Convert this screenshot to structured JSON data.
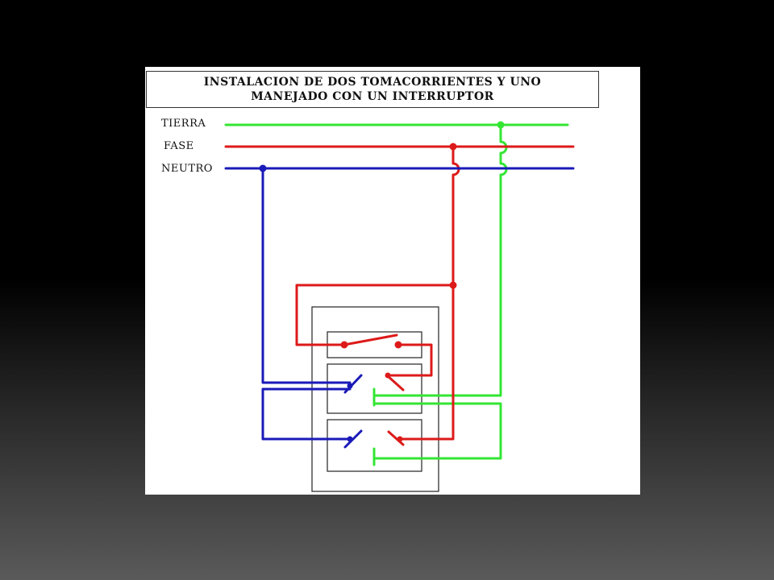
{
  "diagram": {
    "title_line1": "INSTALACION DE DOS TOMACORRIENTES Y UNO",
    "title_line2": "MANEJADO CON UN INTERRUPTOR",
    "labels": {
      "tierra": "TIERRA",
      "fase": "FASE",
      "neutro": "NEUTRO"
    },
    "colors": {
      "tierra": "#33e633",
      "fase": "#dd1a1a",
      "neutro": "#1a1ab8",
      "box": "#333333"
    }
  }
}
